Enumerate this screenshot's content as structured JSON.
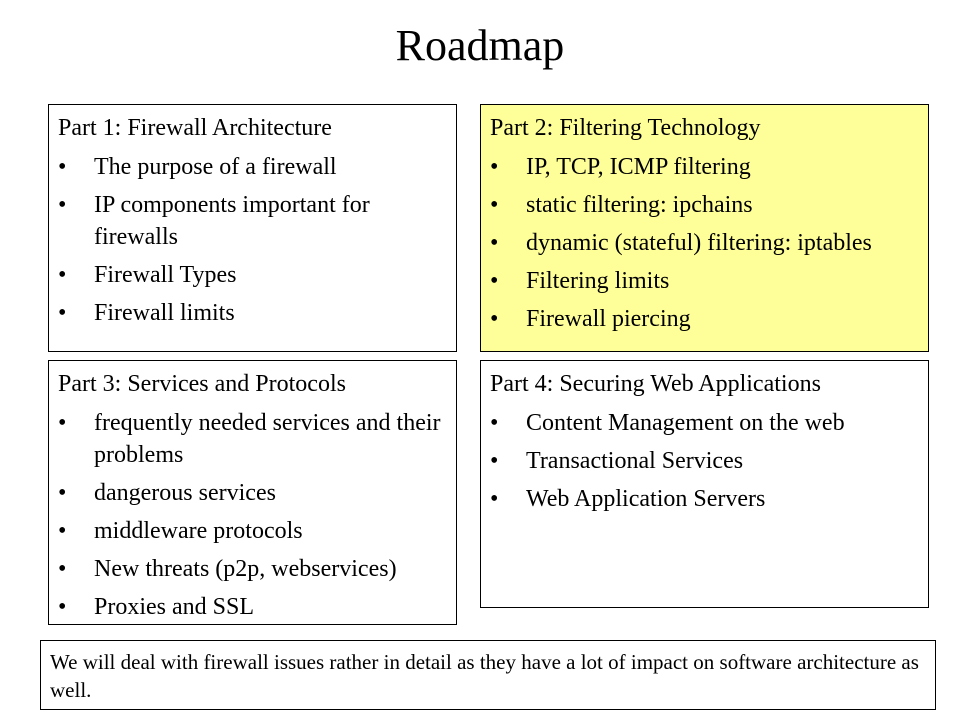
{
  "title": "Roadmap",
  "bullet_glyph": "•",
  "colors": {
    "highlight_background": "#ffff99",
    "border": "#000000"
  },
  "parts": [
    {
      "heading": "Part 1: Firewall Architecture",
      "items": [
        "The purpose of a firewall",
        "IP components important for firewalls",
        "Firewall Types",
        "Firewall limits"
      ]
    },
    {
      "heading": "Part 2: Filtering Technology",
      "items": [
        "IP, TCP, ICMP filtering",
        "static filtering: ipchains",
        "dynamic (stateful) filtering: iptables",
        "Filtering limits",
        "Firewall piercing"
      ]
    },
    {
      "heading": "Part 3: Services and Protocols",
      "items": [
        "frequently needed services and their problems",
        "dangerous services",
        "middleware protocols",
        "New threats (p2p, webservices)",
        "Proxies and SSL"
      ]
    },
    {
      "heading": "Part 4: Securing Web Applications",
      "items": [
        "Content Management on the web",
        "Transactional Services",
        "Web Application Servers"
      ]
    }
  ],
  "note": "We will deal with firewall issues rather in detail as they have a lot of impact on software architecture as well."
}
